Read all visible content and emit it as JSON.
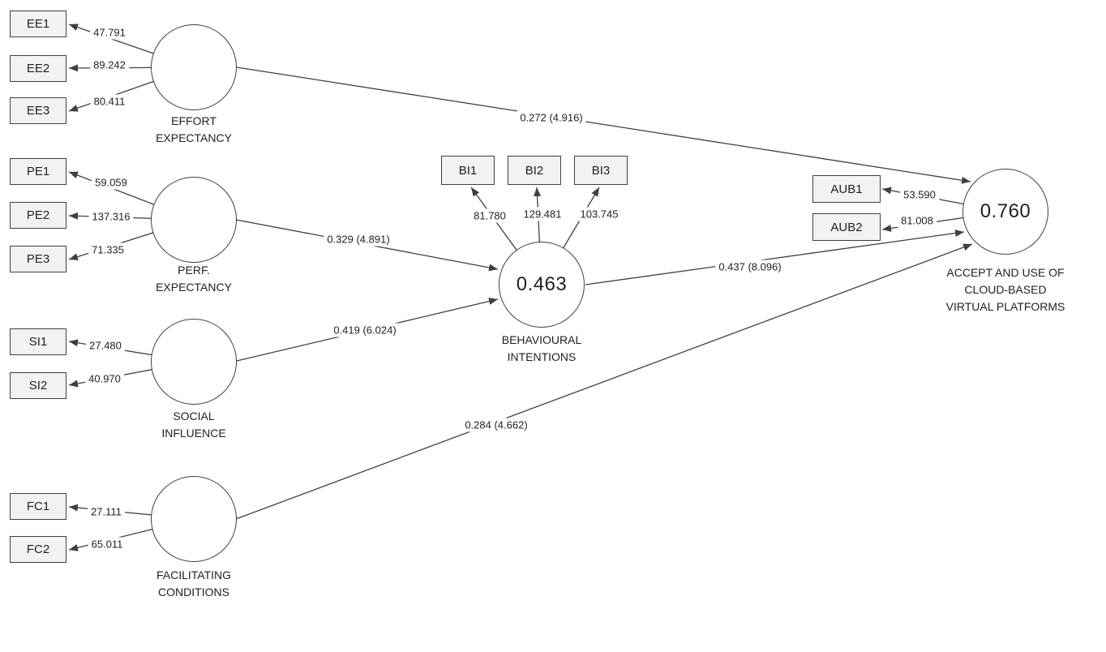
{
  "colors": {
    "background": "#ffffff",
    "line": "#3f3f3f",
    "box_fill": "#f2f2f2",
    "box_border": "#3f3f3f",
    "text": "#1f1f1f"
  },
  "constructs": {
    "ee": {
      "label": "EFFORT\nEXPECTANCY"
    },
    "pe": {
      "label": "PERF.\nEXPECTANCY"
    },
    "si": {
      "label": "SOCIAL\nINFLUENCE"
    },
    "fc": {
      "label": "FACILITATING\nCONDITIONS"
    },
    "bi": {
      "label": "BEHAVIOURAL\nINTENTIONS",
      "r2": "0.463"
    },
    "aub": {
      "label": "ACCEPT AND USE OF\nCLOUD-BASED\nVIRTUAL PLATFORMS",
      "r2": "0.760"
    }
  },
  "indicators": {
    "ee1": {
      "label": "EE1",
      "loading": "47.791"
    },
    "ee2": {
      "label": "EE2",
      "loading": "89.242"
    },
    "ee3": {
      "label": "EE3",
      "loading": "80.411"
    },
    "pe1": {
      "label": "PE1",
      "loading": "59.059"
    },
    "pe2": {
      "label": "PE2",
      "loading": "137.316"
    },
    "pe3": {
      "label": "PE3",
      "loading": "71.335"
    },
    "si1": {
      "label": "SI1",
      "loading": "27.480"
    },
    "si2": {
      "label": "SI2",
      "loading": "40.970"
    },
    "fc1": {
      "label": "FC1",
      "loading": "27.111"
    },
    "fc2": {
      "label": "FC2",
      "loading": "65.011"
    },
    "bi1": {
      "label": "BI1",
      "loading": "81.780"
    },
    "bi2": {
      "label": "BI2",
      "loading": "129.481"
    },
    "bi3": {
      "label": "BI3",
      "loading": "103.745"
    },
    "aub1": {
      "label": "AUB1",
      "loading": "53.590"
    },
    "aub2": {
      "label": "AUB2",
      "loading": "81.008"
    }
  },
  "paths": {
    "ee_aub": {
      "coef": "0.272 (4.916)"
    },
    "pe_bi": {
      "coef": "0.329 (4.891)"
    },
    "si_bi": {
      "coef": "0.419 (6.024)"
    },
    "bi_aub": {
      "coef": "0.437 (8.096)"
    },
    "fc_aub": {
      "coef": "0.284 (4.662)"
    }
  }
}
